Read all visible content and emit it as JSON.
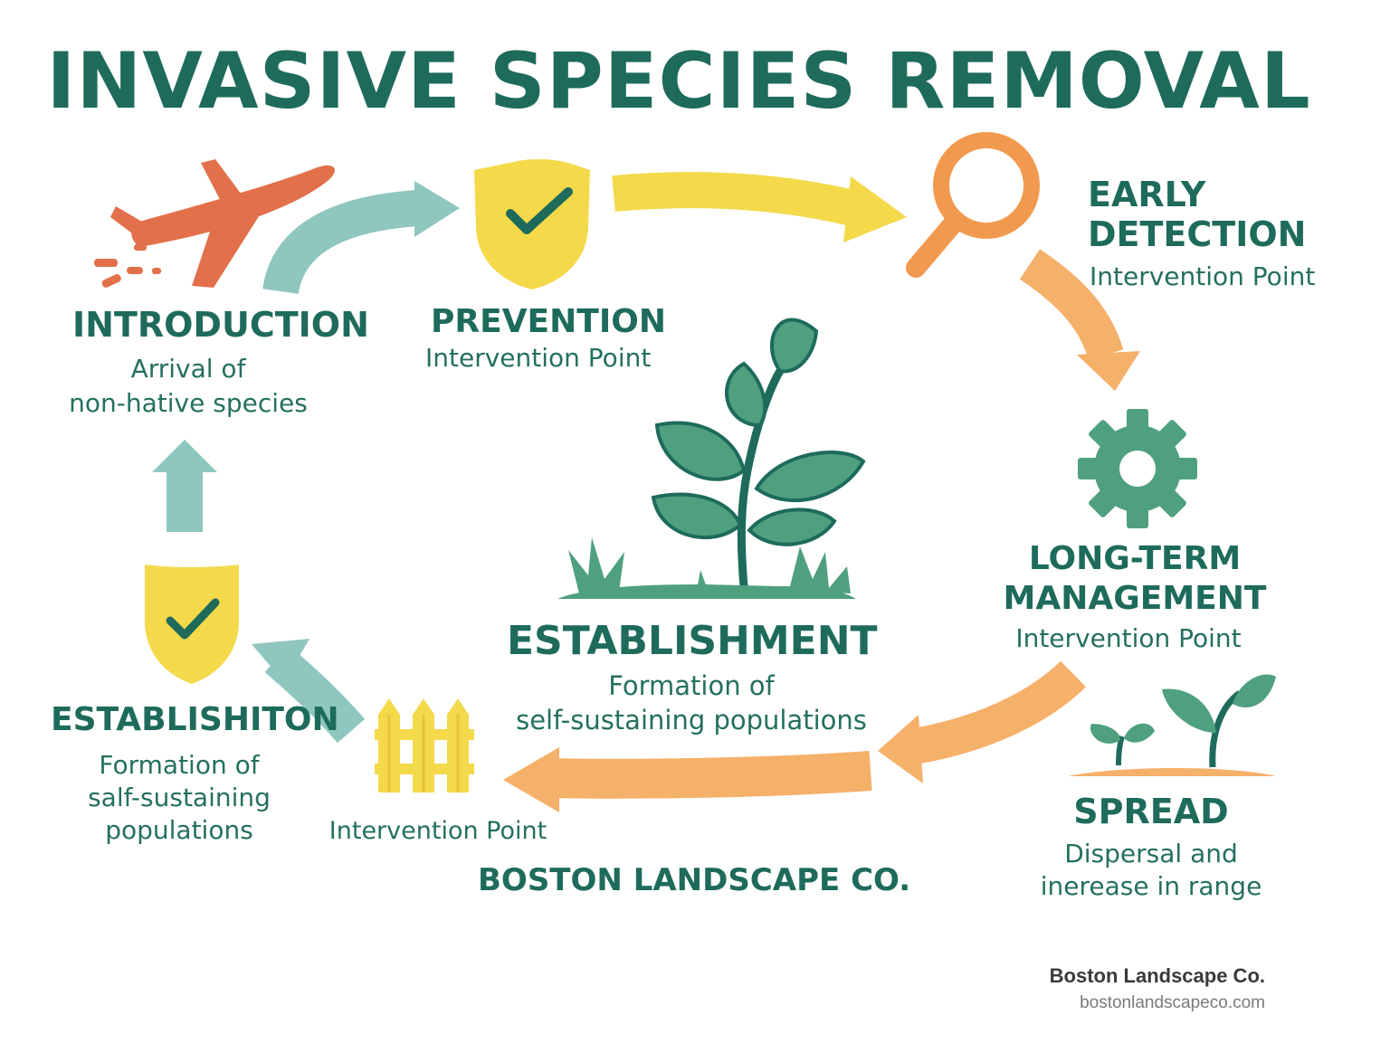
{
  "title": "INVASIVE SPECIES REMOVAL",
  "stages": {
    "introduction": {
      "heading": "INTRODUCTION",
      "line1": "Arrival of",
      "line2": "non-hative species"
    },
    "prevention": {
      "heading": "PREVENTION",
      "sub": "Intervention Point"
    },
    "early_detection": {
      "heading1": "EARLY",
      "heading2": "DETECTION",
      "sub": "Intervention Point"
    },
    "long_term": {
      "heading1": "LONG-TERM",
      "heading2": "MANAGEMENT",
      "sub": "Intervention Point"
    },
    "establishment_center": {
      "heading": "ESTABLISHMENT",
      "line1": "Formation of",
      "line2": "self-sustaining populations"
    },
    "establishment_left": {
      "heading": "ESTABLISHITON",
      "line1": "Formation of",
      "line2": "salf-sustaining",
      "line3": "populations"
    },
    "fence": {
      "sub": "Intervention Point"
    },
    "spread": {
      "heading": "SPREAD",
      "line1": "Dispersal and",
      "line2": "inerease in range"
    }
  },
  "watermark": "BOSTON LANDSCAPE CO.",
  "footer": {
    "company": "Boston Landscape Co.",
    "url": "bostonlandscapeco.com"
  },
  "colors": {
    "teal": "#1e6b5c",
    "green": "#4fa07f",
    "yellow": "#f4d94a",
    "orange_arrow": "#f5b06a",
    "orange_icon": "#f19a4f",
    "airplane": "#e2704a",
    "light_teal_arrow": "#8fc6c0",
    "navy": "#1f3b6e"
  },
  "icons": [
    "airplane-icon",
    "shield-check-icon",
    "magnifier-icon",
    "gear-icon",
    "seedling-icon",
    "sprouts-icon",
    "fence-icon",
    "bridge-logo-icon"
  ]
}
